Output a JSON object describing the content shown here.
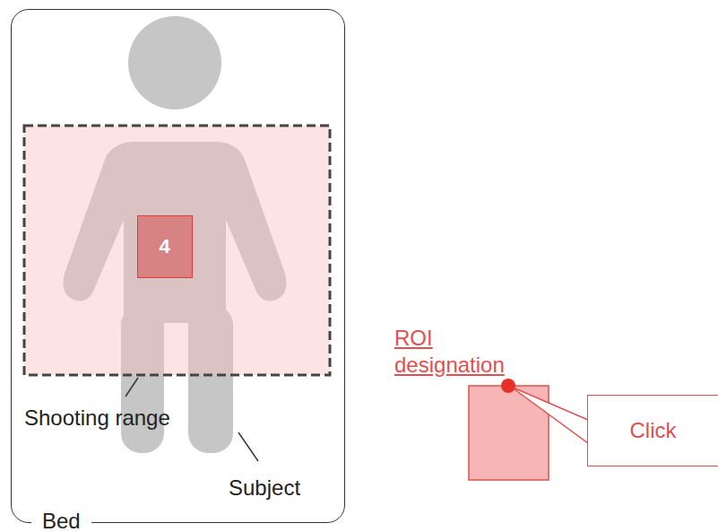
{
  "diagram": {
    "nodes": [
      {
        "text": [
          "Bed"
        ]
      },
      {
        "text": [
          "4"
        ],
        "in": 0
      },
      {
        "text": [
          "Click"
        ]
      }
    ],
    "labels": [
      "Shooting range",
      "Subject",
      "ROI designation"
    ]
  }
}
